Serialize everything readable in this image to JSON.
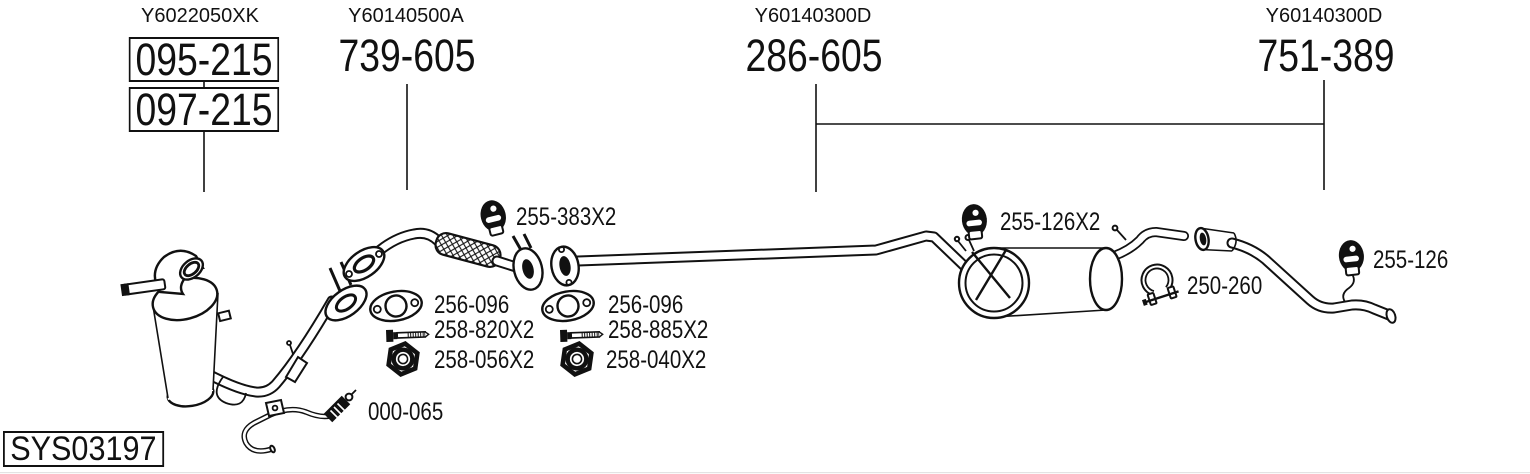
{
  "colors": {
    "ink": "#111111",
    "background": "#ffffff"
  },
  "system": {
    "id": "SYS03197"
  },
  "assemblies": [
    {
      "code": "Y6022050XK",
      "numbers": [
        "095-215",
        "097-215"
      ]
    },
    {
      "code": "Y60140500A",
      "numbers": [
        "739-605"
      ]
    },
    {
      "code": "Y60140300D",
      "numbers": [
        "286-605"
      ]
    },
    {
      "code": "Y60140300D",
      "numbers": [
        "751-389"
      ]
    }
  ],
  "part_labels": [
    {
      "number": "255-383X2",
      "icon": "rubber-hanger"
    },
    {
      "number": "256-096",
      "icon": "flange-gasket"
    },
    {
      "number": "258-820X2",
      "icon": "bolt"
    },
    {
      "number": "258-056X2",
      "icon": "nut"
    },
    {
      "number": "256-096",
      "icon": "flange-gasket"
    },
    {
      "number": "258-885X2",
      "icon": "bolt"
    },
    {
      "number": "258-040X2",
      "icon": "nut"
    },
    {
      "number": "000-065",
      "icon": "sensor-tube"
    },
    {
      "number": "255-126X2",
      "icon": "rubber-hanger"
    },
    {
      "number": "250-260",
      "icon": "pipe-clamp"
    },
    {
      "number": "255-126",
      "icon": "rubber-hanger"
    }
  ]
}
